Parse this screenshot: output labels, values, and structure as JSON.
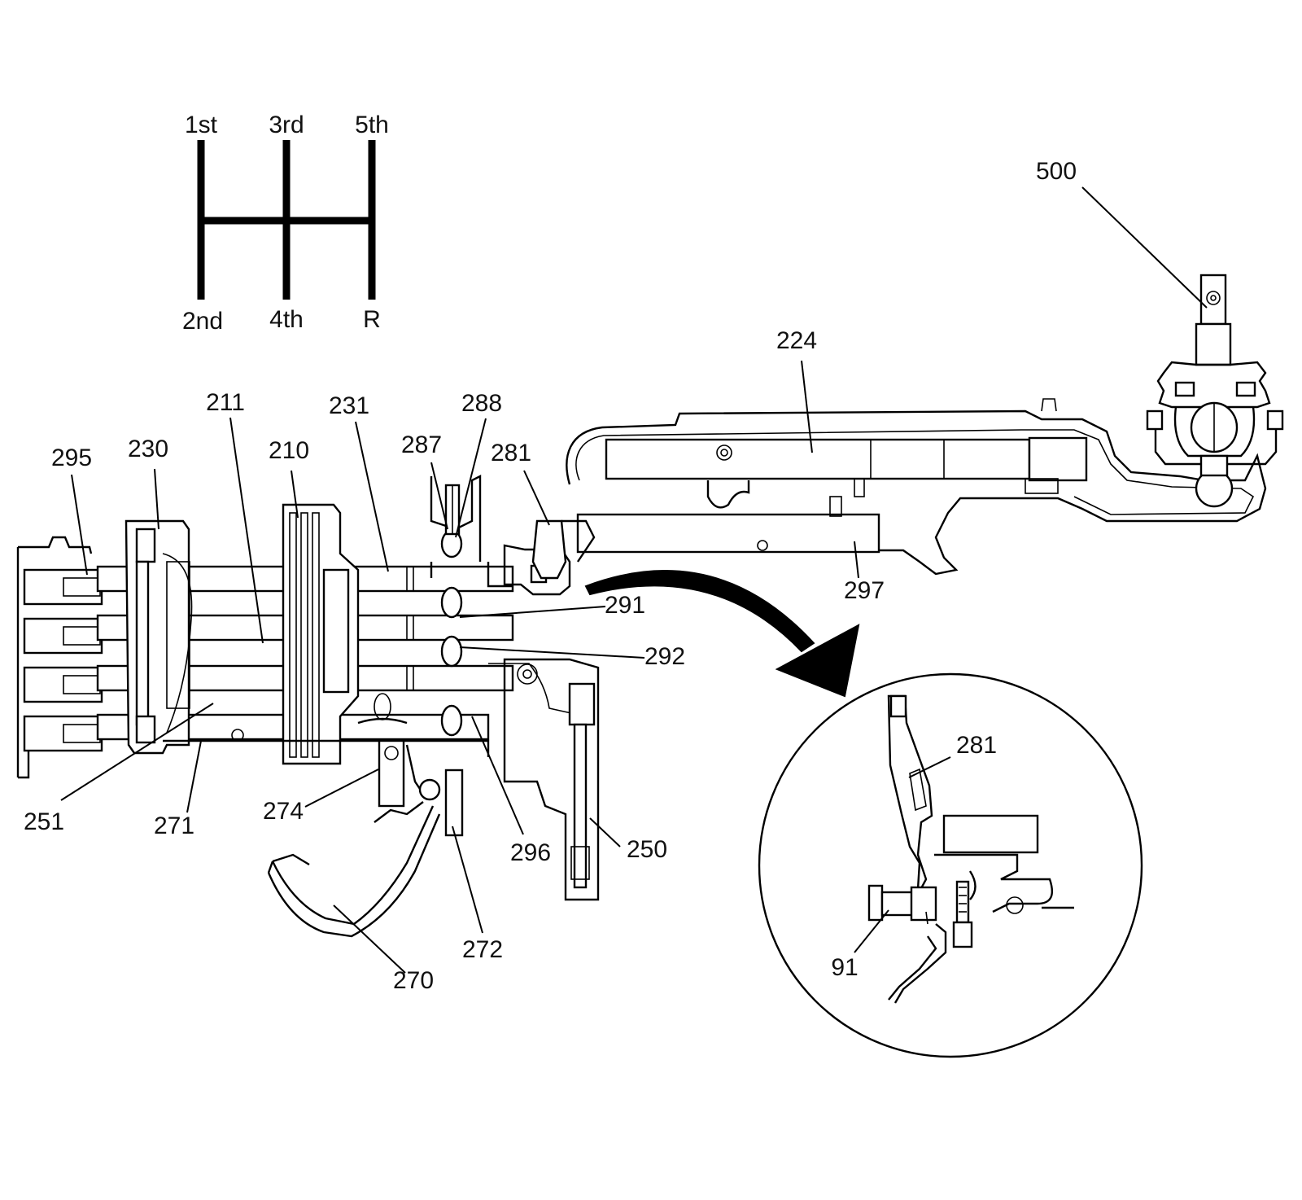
{
  "shift_pattern": {
    "top": [
      "1st",
      "3rd",
      "5th"
    ],
    "bottom": [
      "2nd",
      "4th",
      "R"
    ]
  },
  "callouts": {
    "c500": "500",
    "c224": "224",
    "c211": "211",
    "c231": "231",
    "c288": "288",
    "c295": "295",
    "c230": "230",
    "c210": "210",
    "c287": "287",
    "c281": "281",
    "c291": "291",
    "c297": "297",
    "c292": "292",
    "c251": "251",
    "c271": "271",
    "c274": "274",
    "c296": "296",
    "c250": "250",
    "c272": "272",
    "c270": "270",
    "detail_281": "281",
    "detail_91": "91"
  }
}
